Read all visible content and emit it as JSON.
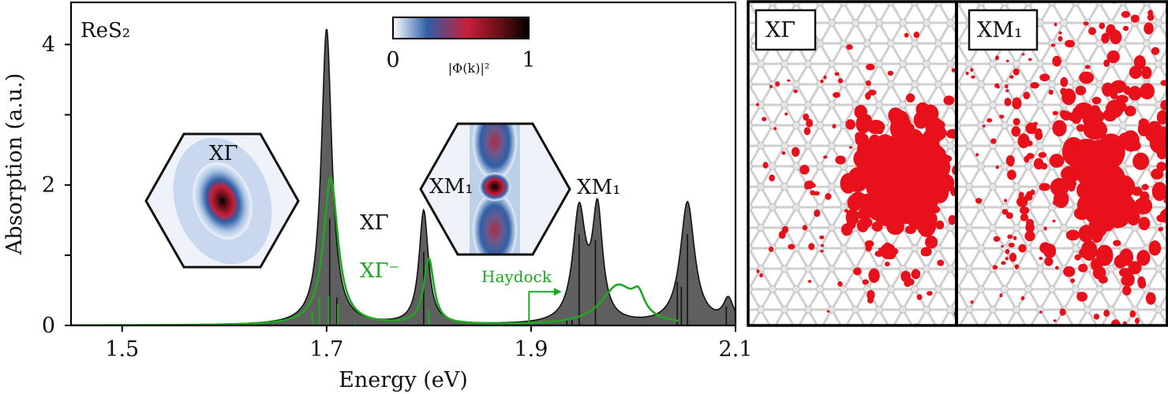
{
  "chart_data": [
    {
      "type": "area",
      "title": "ReS₂",
      "xlabel": "Energy (eV)",
      "ylabel": "Absorption (a.u.)",
      "xlim": [
        1.45,
        2.1
      ],
      "ylim": [
        0,
        4.6
      ],
      "x_ticks": [
        1.5,
        1.7,
        1.9,
        2.1
      ],
      "x_tick_labels": [
        "1.5",
        "1.7",
        "1.9",
        "2.1"
      ],
      "y_ticks": [
        0,
        2,
        4
      ],
      "y_tick_labels": [
        "0",
        "2",
        "4"
      ],
      "grid": false,
      "series": [
        {
          "name": "",
          "style": "filled-area",
          "color": "#5f5f5f",
          "peaks": [
            {
              "energy": 1.7,
              "height": 4.22,
              "width": 0.0062
            },
            {
              "energy": 1.795,
              "height": 1.62,
              "width": 0.0055
            },
            {
              "energy": 1.947,
              "height": 1.58,
              "width": 0.0075
            },
            {
              "energy": 1.965,
              "height": 1.55,
              "width": 0.006
            },
            {
              "energy": 2.053,
              "height": 1.74,
              "width": 0.0085
            },
            {
              "energy": 2.093,
              "height": 0.33,
              "width": 0.006
            }
          ],
          "baseline": 0.03
        },
        {
          "name": "Haydock",
          "style": "line",
          "color": "#1fa81f",
          "peaks": [
            {
              "energy": 1.704,
              "height": 2.1,
              "width": 0.0085
            },
            {
              "energy": 1.8,
              "height": 0.93,
              "width": 0.006
            },
            {
              "energy": 1.985,
              "height": 0.55,
              "width": 0.02
            },
            {
              "energy": 2.005,
              "height": 0.27,
              "width": 0.007
            }
          ],
          "cutoff": 2.045
        }
      ],
      "stick_lines": {
        "black": [
          {
            "x": 1.686,
            "h": 0.09
          },
          {
            "x": 1.703,
            "h": 1.52
          },
          {
            "x": 1.71,
            "h": 0.4
          },
          {
            "x": 1.795,
            "h": 1.05
          },
          {
            "x": 1.935,
            "h": 0.08
          },
          {
            "x": 1.94,
            "h": 0.1
          },
          {
            "x": 1.947,
            "h": 1.3
          },
          {
            "x": 1.963,
            "h": 1.22
          },
          {
            "x": 2.043,
            "h": 0.62
          },
          {
            "x": 2.047,
            "h": 0.55
          },
          {
            "x": 2.053,
            "h": 1.3
          },
          {
            "x": 2.091,
            "h": 0.27
          }
        ],
        "green": [
          {
            "x": 1.686,
            "h": 0.19
          },
          {
            "x": 1.693,
            "h": 0.4
          },
          {
            "x": 1.702,
            "h": 0.42
          },
          {
            "x": 1.711,
            "h": 0.3
          },
          {
            "x": 1.728,
            "h": 0.05
          },
          {
            "x": 1.8,
            "h": 0.22
          }
        ]
      },
      "annotations": {
        "x_gamma": "XΓ",
        "x_gamma_minus": "XΓ⁻",
        "x_m1": "XM₁",
        "haydock": "Haydock",
        "inset_left_label": "XΓ",
        "inset_mid_label": "XM₁",
        "haydock_arrow_from_x": 1.898,
        "haydock_arrow_to_x": 1.93,
        "haydock_arrow_y": 0.48
      },
      "colorbar": {
        "label": "|Φ(k)|²",
        "min_label": "0",
        "max_label": "1",
        "colors": [
          "#ffffff",
          "#2e5fa6",
          "#c81e3a",
          "#6a1018",
          "#000000"
        ]
      }
    }
  ],
  "panels": {
    "left_label": "XΓ",
    "right_label": "XM₁",
    "lattice_color": "#cfcfcf",
    "density_color": "#e8111b"
  }
}
